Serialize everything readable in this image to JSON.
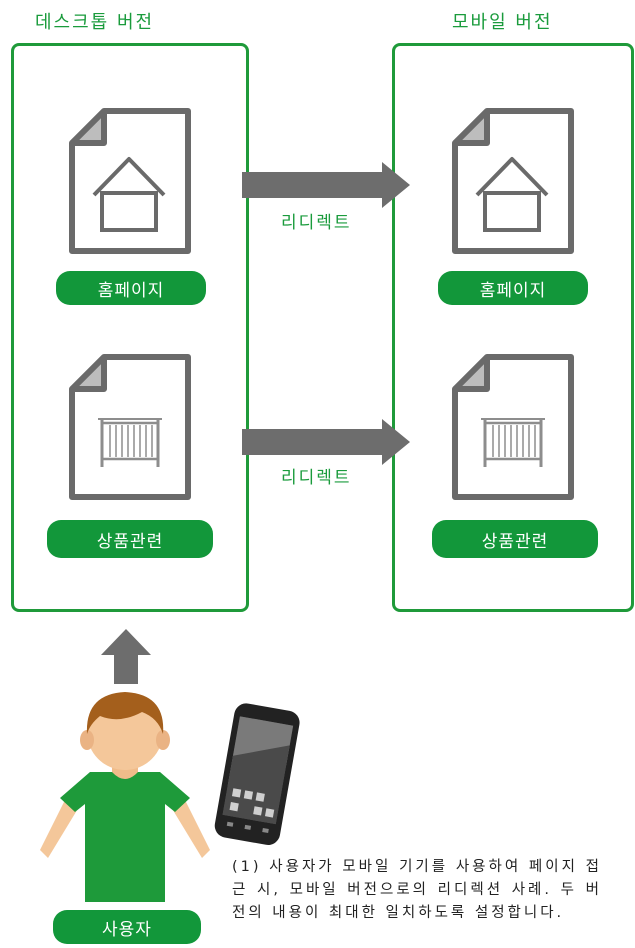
{
  "headings": {
    "desktop": "데스크톱 버전",
    "mobile": "모바일 버전"
  },
  "pages": {
    "home": "홈페이지",
    "product": "상품관련"
  },
  "arrows": {
    "redirect": "리디렉트"
  },
  "user": {
    "label": "사용자"
  },
  "caption": "(1) 사용자가 모바일 기기를 사용하여 페이지 접근 시, 모바일 버전으로의 리디렉션 사례. 두 버전의 내용이 최대한 일치하도록 설정합니다.",
  "colors": {
    "green": "#12973a",
    "arrow": "#6d6d6d",
    "doc": "#6a6a6a"
  },
  "icons": {
    "document": "document-icon",
    "house": "house-icon",
    "crib": "crib-icon",
    "phone": "smartphone-icon",
    "person": "person-icon"
  }
}
